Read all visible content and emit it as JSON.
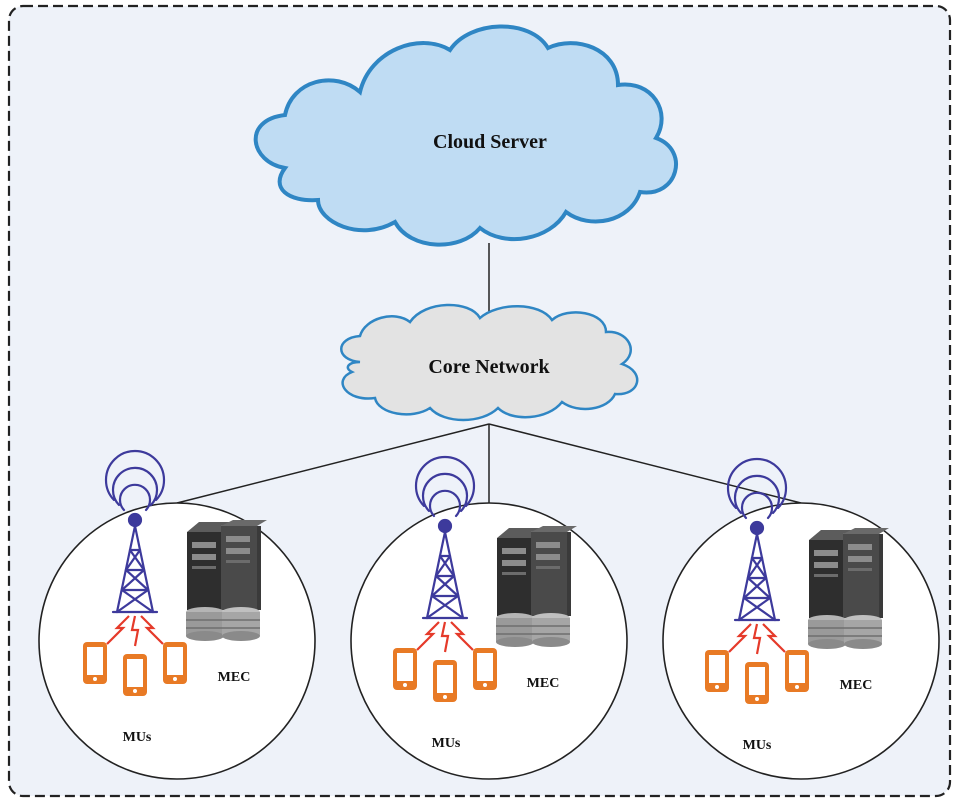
{
  "colors": {
    "background": "#eef2f9",
    "frame": "#222222",
    "cloud_fill": "#bfdcf3",
    "cloud_stroke": "#2f86c4",
    "core_fill": "#e3e3e3",
    "core_stroke": "#2f86c4",
    "tower": "#3d3a9c",
    "signal": "#e53a2a",
    "phone": "#e87a25",
    "server_dark": "#2e2e2e",
    "server_mid": "#4a4a4a",
    "disk": "#9a9a9a"
  },
  "cloud_server": {
    "label": "Cloud Server",
    "icon": "cloud-icon"
  },
  "core_network": {
    "label": "Core Network",
    "icon": "cloud-icon"
  },
  "cells": [
    {
      "mec_label": "MEC",
      "mu_label": "MUs",
      "tower_icon": "antenna-tower-icon",
      "server_icon": "server-rack-icon",
      "device_icon": "smartphone-icon",
      "device_count": 3
    },
    {
      "mec_label": "MEC",
      "mu_label": "MUs",
      "tower_icon": "antenna-tower-icon",
      "server_icon": "server-rack-icon",
      "device_icon": "smartphone-icon",
      "device_count": 3
    },
    {
      "mec_label": "MEC",
      "mu_label": "MUs",
      "tower_icon": "antenna-tower-icon",
      "server_icon": "server-rack-icon",
      "device_icon": "smartphone-icon",
      "device_count": 3
    }
  ]
}
